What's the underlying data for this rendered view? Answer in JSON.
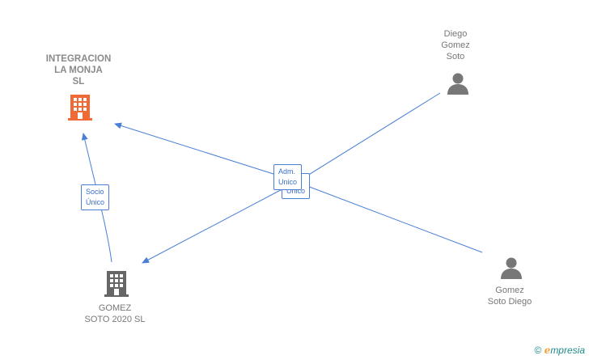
{
  "nodes": {
    "integracion": {
      "lines": [
        "INTEGRACION",
        "LA MONJA",
        "SL"
      ],
      "color": "#f06a35"
    },
    "gomez_soto_2020": {
      "lines": [
        "GOMEZ",
        "SOTO 2020  SL"
      ],
      "color": "#666666"
    },
    "diego_gomez_soto": {
      "lines": [
        "Diego",
        "Gomez",
        "Soto"
      ],
      "color": "#777777"
    },
    "gomez_soto_diego": {
      "lines": [
        "Gomez",
        "Soto Diego"
      ],
      "color": "#777777"
    }
  },
  "edges": {
    "socio_unico": {
      "lines": [
        "Socio",
        "Único"
      ]
    },
    "adm_unico": {
      "lines": [
        "Adm.",
        "Unico"
      ]
    },
    "adm_unico_shadow": {
      "lines": [
        "Unico"
      ]
    }
  },
  "colors": {
    "edge": "#4a7fd6"
  },
  "footer": {
    "copyright": "©",
    "brand_initial": "e",
    "brand_rest": "mpresia"
  }
}
